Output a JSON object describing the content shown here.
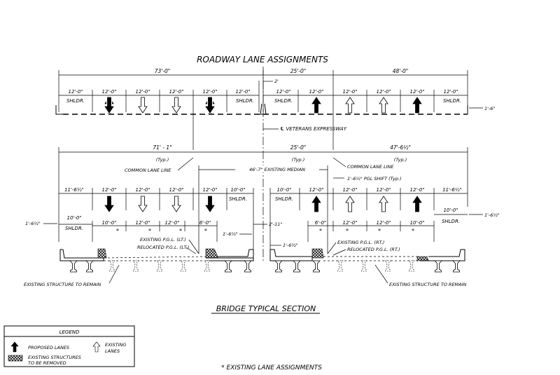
{
  "titles": {
    "roadway": "ROADWAY LANE ASSIGNMENTS",
    "bridge": "BRIDGE TYPICAL SECTION",
    "footnote": "* EXISTING LANE ASSIGNMENTS"
  },
  "roadway": {
    "dim_left": "73'-0\"",
    "dim_mid": "25'-0\"",
    "dim_right": "48'-0\"",
    "dim_2ft": "2'",
    "dim_offset": "1'-6\"",
    "lanes": [
      "12'-0\"",
      "12'-0\"",
      "12'-0\"",
      "12'-0\"",
      "12'-0\"",
      "12'-0\"",
      "12'-0\"",
      "12'-0\"",
      "12'-0\"",
      "12'-0\"",
      "12'-0\"",
      "12'-0\""
    ],
    "shldr": "SHLDR."
  },
  "centerline": "℄ VETERANS EXPRESSWAY",
  "bridge": {
    "dim_left": "71' - 1\"",
    "dim_mid": "25'-0\"",
    "dim_right": "47'-6½\"",
    "typ": "(Typ.)",
    "median": "46'-7\" EXISTING MEDIAN",
    "common_lane_line": "COMMON LANE LINE",
    "pgl_shift": "1'-6½\" PGL SHIFT (Typ.)",
    "dim_11_6_5": "11'-6½\"",
    "dim_12": "12'-0\"",
    "dim_10": "10'-0\"",
    "dim_6": "6'-0\"",
    "dim_1_6_5": "1'-6½\"",
    "dim_2_11": "2'-11\"",
    "star": "*",
    "existing_pgl_lt": "EXISTING P.G.L. (LT.)",
    "relocated_pgl_lt": "RELOCATED P.G.L. (LT.)",
    "existing_pgl_rt": "EXISTING P.G.L. (RT.)",
    "relocated_pgl_rt": "RELOCATED P.G.L. (RT.)",
    "existing_structure": "EXISTING STRUCTURE TO REMAIN"
  },
  "legend": {
    "title": "LEGEND",
    "proposed": "PROPOSED LANES",
    "existing_l1": "EXISTING",
    "existing_l2": "LANES",
    "removed_l1": "EXISTING STRUCTURES",
    "removed_l2": "TO BE REMOVED"
  }
}
